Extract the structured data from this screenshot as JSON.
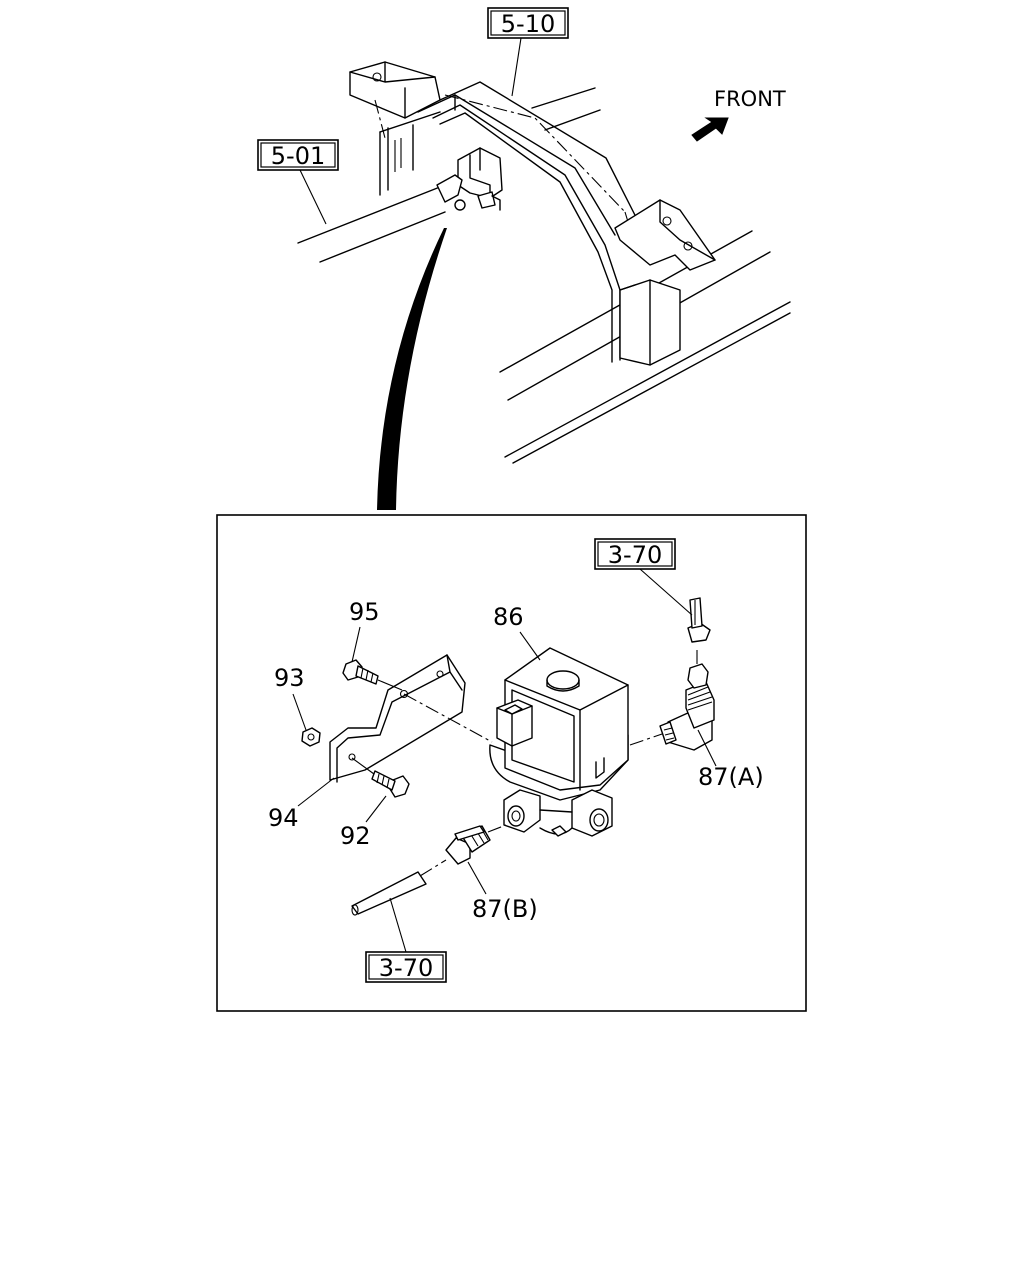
{
  "references": {
    "crossmember": "5-10",
    "frame": "5-01",
    "pipe_upper": "3-70",
    "pipe_lower": "3-70"
  },
  "direction": {
    "label": "FRONT"
  },
  "parts": {
    "valve": "86",
    "bolt_upper": "95",
    "nut": "93",
    "bracket": "94",
    "bolt_lower": "92",
    "fitting_a": "87(A)",
    "fitting_b": "87(B)"
  },
  "icons": {
    "direction_arrow": "front-arrow-icon",
    "callout_arrow": "detail-callout-arrow-icon"
  }
}
